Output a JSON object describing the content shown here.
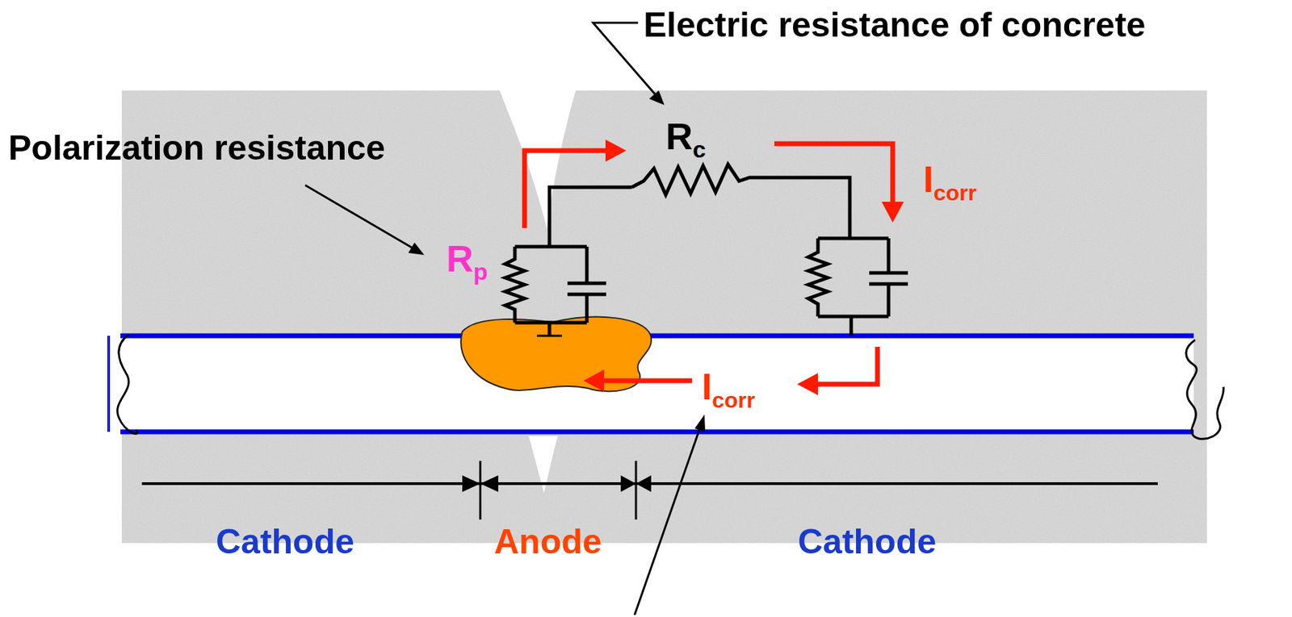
{
  "diagram": {
    "labels": [
      "Electric resistance of concrete",
      "Polarization resistance",
      "Rc",
      "Icorr",
      "Rp",
      "Icorr",
      "Cathode",
      "Anode",
      "Cathode"
    ]
  }
}
